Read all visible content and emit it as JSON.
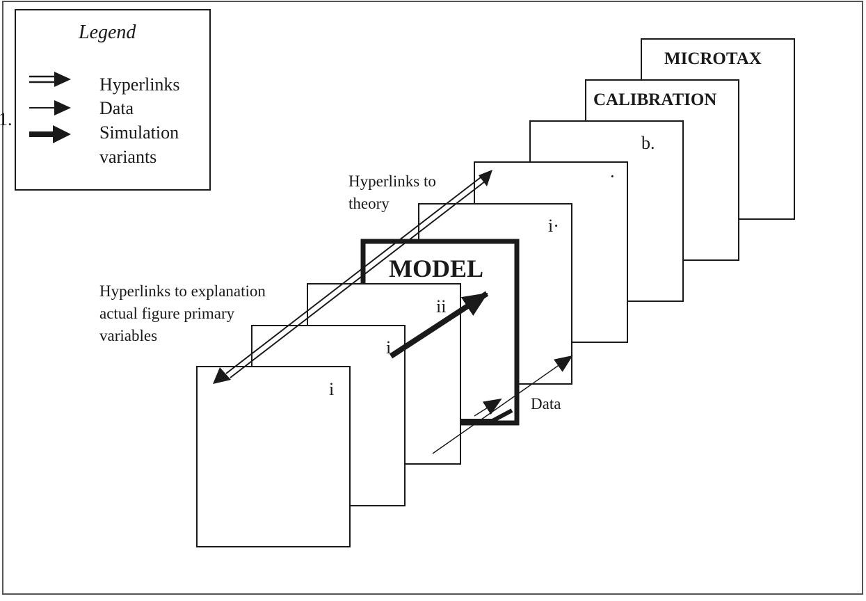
{
  "legend": {
    "title": "Legend",
    "items": [
      {
        "label": "Hyperlinks",
        "arrow": "double-line-arrow"
      },
      {
        "label": "Data",
        "arrow": "thin-arrow"
      },
      {
        "label": "Simulation",
        "arrow": "thick-arrow"
      },
      {
        "label": "variants",
        "arrow": ""
      }
    ]
  },
  "margin_mark": "1.",
  "layers": {
    "microtax": "MICROTAX",
    "calibration": "CALIBRATION",
    "layer_b": "b.",
    "layer_dot": "·",
    "layer_i_top": "i·",
    "model": "MODEL",
    "layer_ii": "ii",
    "layer_i_mid": "i",
    "layer_i_front": "i"
  },
  "annotations": {
    "theory_line1": "Hyperlinks to",
    "theory_line2": "theory",
    "explanation_line1": "Hyperlinks to explanation",
    "explanation_line2": "actual figure primary",
    "explanation_line3": "variables",
    "data_label": "Data"
  },
  "colors": {
    "ink": "#1a1a1a",
    "paper": "#ffffff"
  }
}
